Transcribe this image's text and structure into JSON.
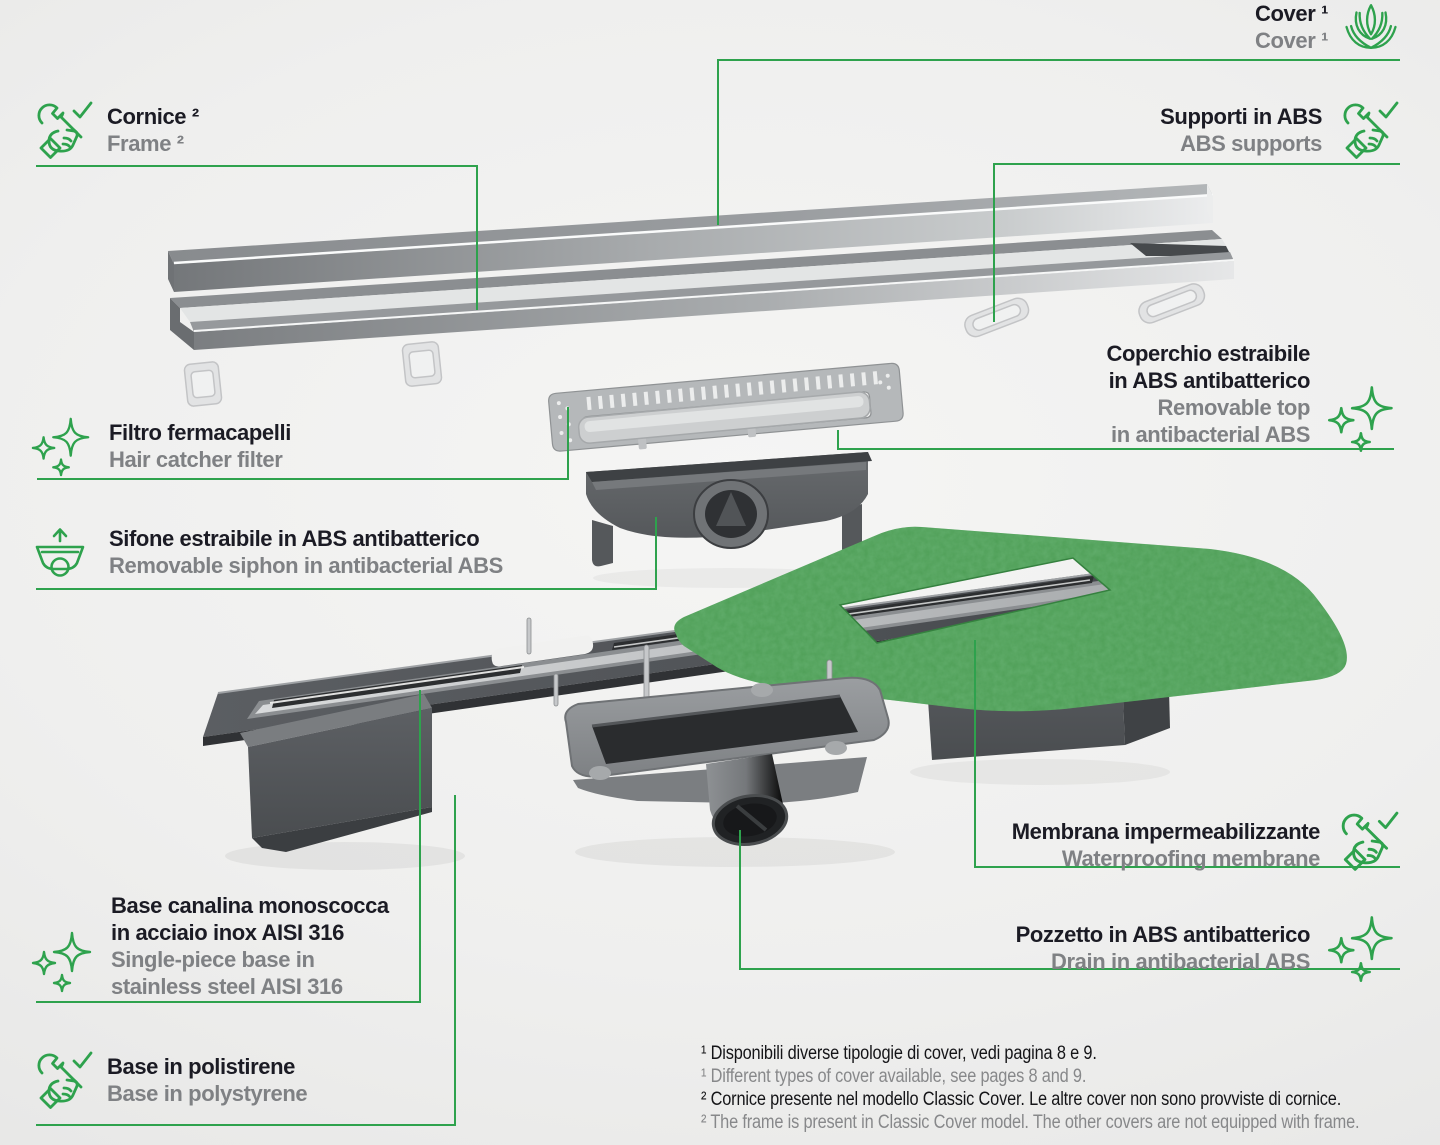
{
  "palette": {
    "accent_green": "#2ea24d",
    "title_color": "#1b1b24",
    "subtitle_color": "#7f8184",
    "membrane_green": "#4f9f57",
    "background": "#efefee"
  },
  "callouts": [
    {
      "id": "cover",
      "title": "Cover ¹",
      "subtitle": "Cover ¹",
      "icon": "lotus-icon",
      "side": "right"
    },
    {
      "id": "cornice",
      "title": "Cornice ²",
      "subtitle": "Frame ²",
      "icon": "wrench-hand-icon",
      "side": "left"
    },
    {
      "id": "supporti",
      "title": "Supporti in ABS",
      "subtitle": "ABS supports",
      "icon": "wrench-hand-icon",
      "side": "right"
    },
    {
      "id": "coperchio",
      "title": "Coperchio estraibile\nin ABS antibatterico",
      "subtitle": "Removable top\nin antibacterial ABS",
      "icon": "sparkles-icon",
      "side": "right"
    },
    {
      "id": "filtro",
      "title": "Filtro fermacapelli",
      "subtitle": "Hair catcher filter",
      "icon": "sparkles-icon",
      "side": "left"
    },
    {
      "id": "sifone",
      "title": "Sifone estraibile in ABS antibatterico",
      "subtitle": "Removable siphon in antibacterial ABS",
      "icon": "siphon-icon",
      "side": "left"
    },
    {
      "id": "membrana",
      "title": "Membrana impermeabilizzante",
      "subtitle": "Waterproofing membrane",
      "icon": "wrench-hand-icon",
      "side": "right"
    },
    {
      "id": "base_canalina",
      "title": "Base canalina monoscocca\nin acciaio inox AISI 316",
      "subtitle": "Single-piece base in\nstainless steel AISI 316",
      "icon": "sparkles-icon",
      "side": "left"
    },
    {
      "id": "pozzetto",
      "title": "Pozzetto in ABS antibatterico",
      "subtitle": "Drain in antibacterial ABS",
      "icon": "sparkles-icon",
      "side": "right"
    },
    {
      "id": "polistirene",
      "title": "Base in polistirene",
      "subtitle": "Base in polystyrene",
      "icon": "wrench-hand-icon",
      "side": "left"
    }
  ],
  "footnotes": [
    "¹ Disponibili diverse tipologie di cover, vedi pagina 8 e 9.",
    "¹ Different types of cover available, see pages 8 and 9.",
    "² Cornice presente nel modello Classic Cover. Le altre cover non sono provviste di cornice.",
    "² The frame is present in Classic Cover model. The other covers are not equipped with frame."
  ]
}
